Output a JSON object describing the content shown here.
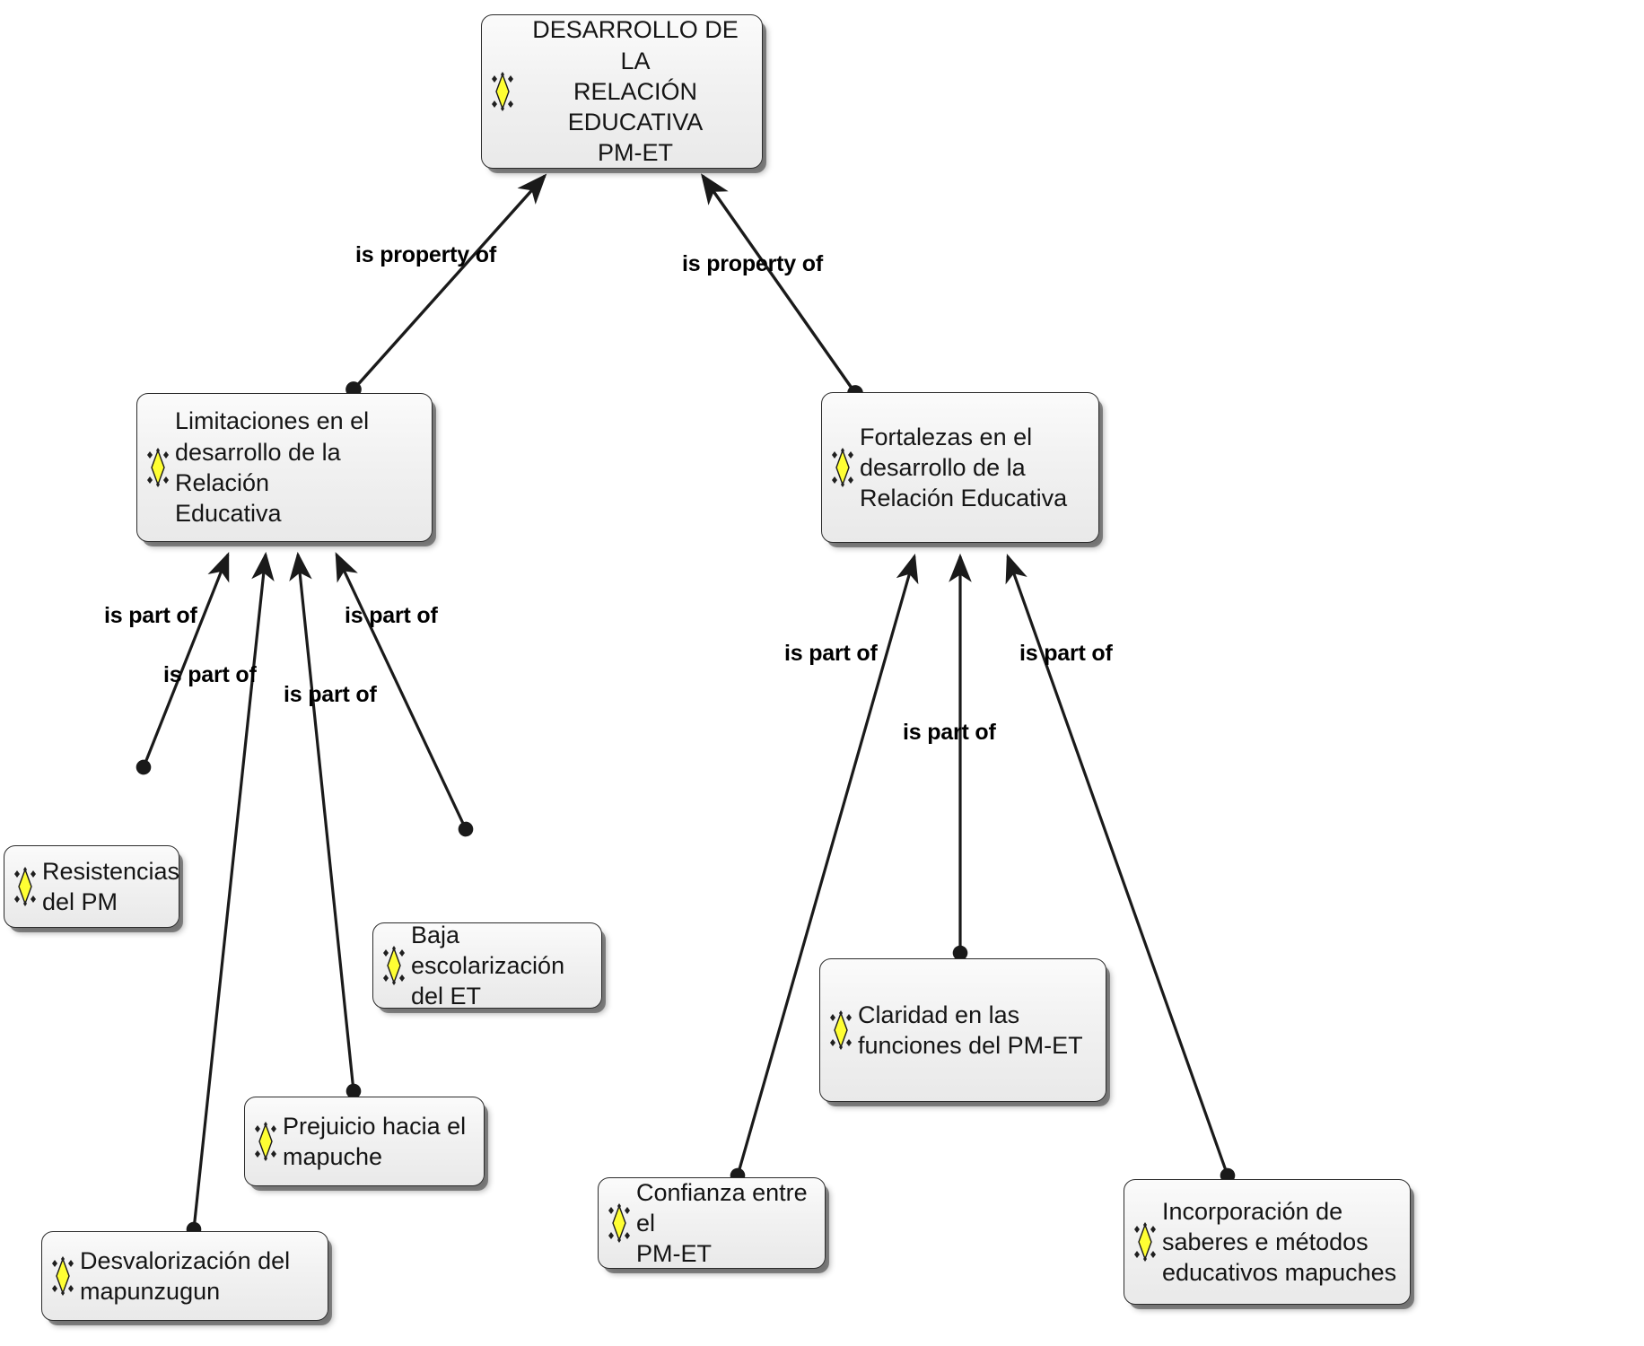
{
  "diagram": {
    "title": "DESARROLLO DE LA RELACIÓN EDUCATIVA PM-ET",
    "background_color": "#ffffff",
    "node_fill_color": "#f0f0f0",
    "node_border_color": "#2b2b2b",
    "icon_color": "#ffff33",
    "edge_color": "#1a1a1a",
    "icon_name": "mapuche-diamond-icon"
  },
  "nodes": {
    "root": {
      "id": "root",
      "text": "DESARROLLO DE LA\nRELACIÓN EDUCATIVA\nPM-ET",
      "align": "center"
    },
    "limitaciones": {
      "id": "limitaciones",
      "text": "Limitaciones en el\ndesarrollo de la Relación\nEducativa",
      "align": "left"
    },
    "fortalezas": {
      "id": "fortalezas",
      "text": "Fortalezas en el\ndesarrollo de la\nRelación Educativa",
      "align": "left"
    },
    "resistencias": {
      "id": "resistencias",
      "text": "Resistencias\ndel PM",
      "align": "left"
    },
    "baja_escolarizacion": {
      "id": "baja_escolarizacion",
      "text": "Baja escolarización\ndel ET",
      "align": "left"
    },
    "prejuicio": {
      "id": "prejuicio",
      "text": "Prejuicio hacia el\nmapuche",
      "align": "left"
    },
    "desvalorizacion": {
      "id": "desvalorizacion",
      "text": "Desvalorización del\nmapunzugun",
      "align": "left"
    },
    "claridad": {
      "id": "claridad",
      "text": "Claridad en las\nfunciones del PM-ET",
      "align": "left"
    },
    "confianza": {
      "id": "confianza",
      "text": "Confianza entre el\nPM-ET",
      "align": "left"
    },
    "incorporacion": {
      "id": "incorporacion",
      "text": "Incorporación de\nsaberes e métodos\neducativos mapuches",
      "align": "left"
    }
  },
  "edges": [
    {
      "id": "e1",
      "from": "limitaciones",
      "to": "root",
      "label": "is property of"
    },
    {
      "id": "e2",
      "from": "fortalezas",
      "to": "root",
      "label": "is property of"
    },
    {
      "id": "e3",
      "from": "resistencias",
      "to": "limitaciones",
      "label": "is part of"
    },
    {
      "id": "e4",
      "from": "desvalorizacion",
      "to": "limitaciones",
      "label": "is part of"
    },
    {
      "id": "e5",
      "from": "prejuicio",
      "to": "limitaciones",
      "label": "is part of"
    },
    {
      "id": "e6",
      "from": "baja_escolarizacion",
      "to": "limitaciones",
      "label": "is part of"
    },
    {
      "id": "e7",
      "from": "confianza",
      "to": "fortalezas",
      "label": "is part of"
    },
    {
      "id": "e8",
      "from": "claridad",
      "to": "fortalezas",
      "label": "is part of"
    },
    {
      "id": "e9",
      "from": "incorporacion",
      "to": "fortalezas",
      "label": "is part of"
    }
  ],
  "edge_labels": {
    "is_property_of_left": "is property of",
    "is_property_of_right": "is property of",
    "is_part_of_l1": "is part of",
    "is_part_of_l2": "is part of",
    "is_part_of_l3": "is part of",
    "is_part_of_l4": "is part of",
    "is_part_of_r1": "is part of",
    "is_part_of_r2": "is part of",
    "is_part_of_r3": "is part of"
  }
}
